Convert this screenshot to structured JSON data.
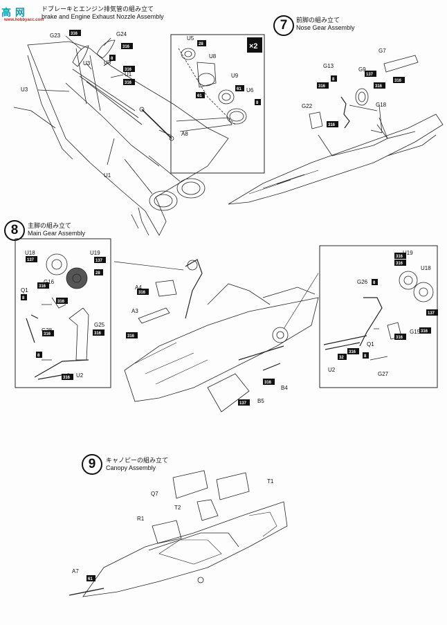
{
  "watermark": {
    "brand": "高 网",
    "site": "www.hobbyacc.com"
  },
  "steps": [
    {
      "number": "",
      "jp": "ドブレーキとエンジン排気管の組み立て",
      "en": "brake and Engine Exhaust Nozzle Assembly"
    },
    {
      "number": "7",
      "jp": "前脚の組み立て",
      "en": "Nose Gear Assembly"
    },
    {
      "number": "8",
      "jp": "主脚の組み立て",
      "en": "Main Gear Assembly"
    },
    {
      "number": "9",
      "jp": "キャノピーの組み立て",
      "en": "Canopy Assembly"
    }
  ],
  "multiplier": "×2",
  "labels": [
    {
      "text": "G23"
    },
    {
      "text": "G24"
    },
    {
      "text": "U3"
    },
    {
      "text": "U3"
    },
    {
      "text": "U1"
    },
    {
      "text": "U3"
    },
    {
      "text": "A8"
    },
    {
      "text": "U1"
    },
    {
      "text": "U5"
    },
    {
      "text": "U8"
    },
    {
      "text": "U9"
    },
    {
      "text": "U6"
    },
    {
      "text": "G7"
    },
    {
      "text": "G13"
    },
    {
      "text": "G9"
    },
    {
      "text": "G22"
    },
    {
      "text": "G18"
    },
    {
      "text": "U18"
    },
    {
      "text": "U19"
    },
    {
      "text": "G16"
    },
    {
      "text": "Q1"
    },
    {
      "text": "G28"
    },
    {
      "text": "G25"
    },
    {
      "text": "U2"
    },
    {
      "text": "A4"
    },
    {
      "text": "A3"
    },
    {
      "text": "B4"
    },
    {
      "text": "B5"
    },
    {
      "text": "U19"
    },
    {
      "text": "U18"
    },
    {
      "text": "G26"
    },
    {
      "text": "G15"
    },
    {
      "text": "Q1"
    },
    {
      "text": "U2"
    },
    {
      "text": "G27"
    },
    {
      "text": "Q7"
    },
    {
      "text": "T1"
    },
    {
      "text": "T2"
    },
    {
      "text": "R1"
    },
    {
      "text": "A7"
    }
  ],
  "color_tags": [
    {
      "text": "316"
    },
    {
      "text": "316"
    },
    {
      "text": "8"
    },
    {
      "text": "316"
    },
    {
      "text": "316"
    },
    {
      "text": "28"
    },
    {
      "text": "61"
    },
    {
      "text": "61"
    },
    {
      "text": "8"
    },
    {
      "text": "316"
    },
    {
      "text": "8"
    },
    {
      "text": "316"
    },
    {
      "text": "137"
    },
    {
      "text": "316"
    },
    {
      "text": "316"
    },
    {
      "text": "137"
    },
    {
      "text": "137"
    },
    {
      "text": "28"
    },
    {
      "text": "316"
    },
    {
      "text": "8"
    },
    {
      "text": "316"
    },
    {
      "text": "316"
    },
    {
      "text": "8"
    },
    {
      "text": "316"
    },
    {
      "text": "316"
    },
    {
      "text": "316"
    },
    {
      "text": "316"
    },
    {
      "text": "316"
    },
    {
      "text": "137"
    },
    {
      "text": "316"
    },
    {
      "text": "316"
    },
    {
      "text": "137"
    },
    {
      "text": "316"
    },
    {
      "text": "8"
    },
    {
      "text": "316"
    },
    {
      "text": "8"
    },
    {
      "text": "316"
    },
    {
      "text": "32"
    },
    {
      "text": "61"
    }
  ],
  "colors": {
    "ink": "#111111",
    "paper": "#fdfdfd",
    "watermark": "#1199aa"
  }
}
